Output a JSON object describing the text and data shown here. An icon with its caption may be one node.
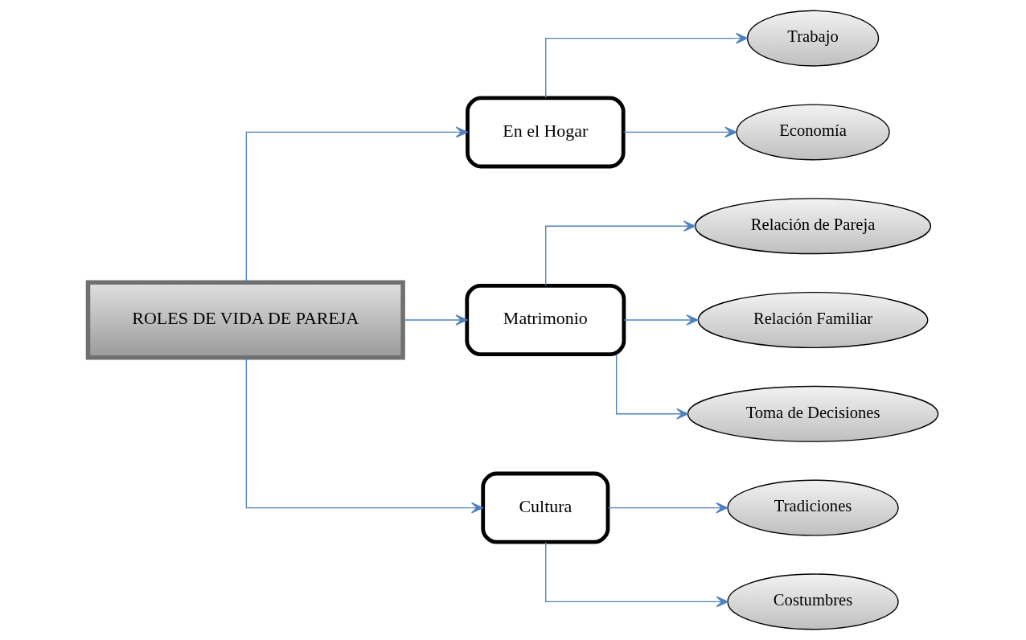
{
  "diagram": {
    "nodes": [
      {
        "text": [
          "ROLES DE VIDA DE PAREJA"
        ]
      },
      {
        "text": [
          "En el Hogar"
        ]
      },
      {
        "text": [
          "Trabajo"
        ]
      },
      {
        "text": [
          "Economía"
        ]
      },
      {
        "text": [
          "Matrimonio"
        ]
      },
      {
        "text": [
          "Relación de Pareja"
        ]
      },
      {
        "text": [
          "Relación Familiar"
        ]
      },
      {
        "text": [
          "Toma de Decisiones"
        ]
      },
      {
        "text": [
          "Cultura"
        ]
      },
      {
        "text": [
          "Tradiciones"
        ]
      },
      {
        "text": [
          "Costumbres"
        ]
      }
    ],
    "edges": [
      {
        "from": 0,
        "to": 1,
        "arrow": "to"
      },
      {
        "from": 1,
        "to": 2,
        "arrow": "to"
      },
      {
        "from": 1,
        "to": 3,
        "arrow": "to"
      },
      {
        "from": 0,
        "to": 4,
        "arrow": "to"
      },
      {
        "from": 4,
        "to": 5,
        "arrow": "to"
      },
      {
        "from": 4,
        "to": 6,
        "arrow": "to"
      },
      {
        "from": 4,
        "to": 7,
        "arrow": "to"
      },
      {
        "from": 0,
        "to": 8,
        "arrow": "to"
      },
      {
        "from": 8,
        "to": 9,
        "arrow": "to"
      },
      {
        "from": 8,
        "to": 10,
        "arrow": "to"
      }
    ]
  }
}
